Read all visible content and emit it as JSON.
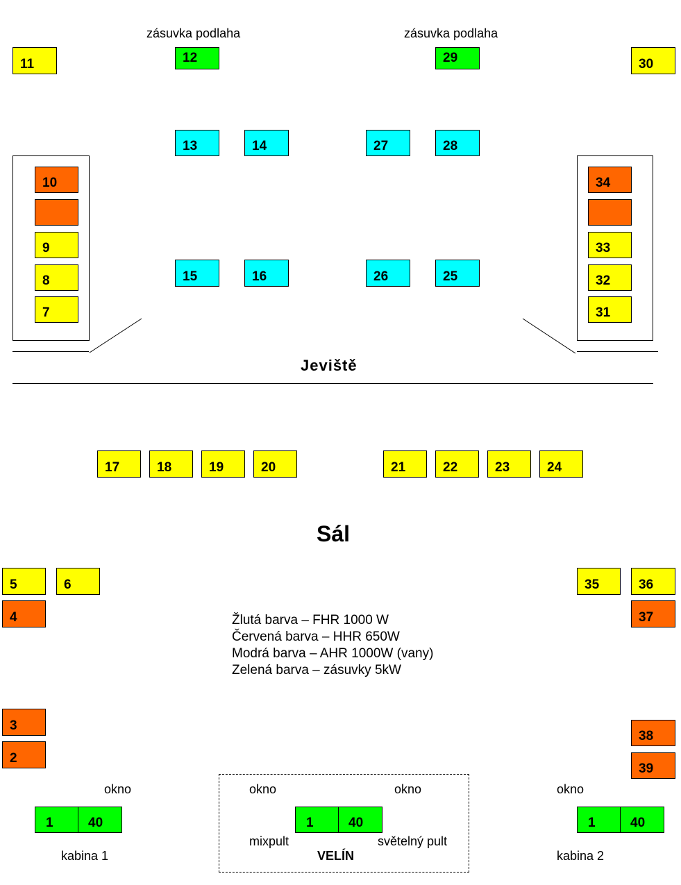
{
  "labels": {
    "floor_socket_left": "zásuvka podlaha",
    "floor_socket_right": "zásuvka podlaha",
    "stage": "Jeviště",
    "hall": "Sál",
    "window_cabin1": "okno",
    "window_control_left": "okno",
    "window_control_right": "okno",
    "window_cabin2": "okno",
    "mixer": "mixpult",
    "lighting_desk": "světelný pult",
    "control_room": "VELÍN",
    "cabin1": "kabina 1",
    "cabin2": "kabina 2"
  },
  "legend": [
    "Žlutá barva – FHR 1000 W",
    "Červená barva – HHR 650W",
    "Modrá barva – AHR 1000W (vany)",
    "Zelená barva – zásuvky 5kW"
  ],
  "colors": {
    "yellow": "#ffff00",
    "orange": "#ff6600",
    "cyan": "#00ffff",
    "green": "#00ff00"
  },
  "units": {
    "u11": "11",
    "u12": "12",
    "u29": "29",
    "u30": "30",
    "u13": "13",
    "u14": "14",
    "u27": "27",
    "u28": "28",
    "u10": "10",
    "u10b": "",
    "u9": "9",
    "u8": "8",
    "u7": "7",
    "u34": "34",
    "u34b": "",
    "u33": "33",
    "u32": "32",
    "u31": "31",
    "u15": "15",
    "u16": "16",
    "u26": "26",
    "u25": "25",
    "u17": "17",
    "u18": "18",
    "u19": "19",
    "u20": "20",
    "u21": "21",
    "u22": "22",
    "u23": "23",
    "u24": "24",
    "u5": "5",
    "u6": "6",
    "u4": "4",
    "u35": "35",
    "u36": "36",
    "u37": "37",
    "u3": "3",
    "u2": "2",
    "u38": "38",
    "u39": "39",
    "cab1_a": "1",
    "cab1_b": "40",
    "vel_a": "1",
    "vel_b": "40",
    "cab2_a": "1",
    "cab2_b": "40"
  }
}
